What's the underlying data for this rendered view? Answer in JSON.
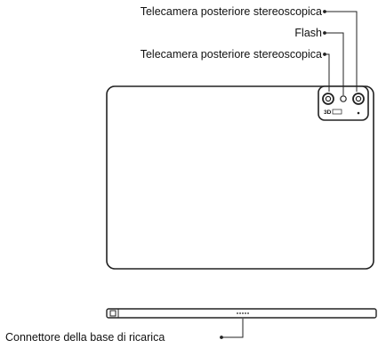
{
  "labels": {
    "rear_camera_top": "Telecamera posteriore stereoscopica",
    "flash": "Flash",
    "rear_camera_mid": "Telecamera posteriore stereoscopica",
    "dock_connector": "Connettore della base di ricarica"
  },
  "badges": {
    "camera_logo": "3D"
  }
}
